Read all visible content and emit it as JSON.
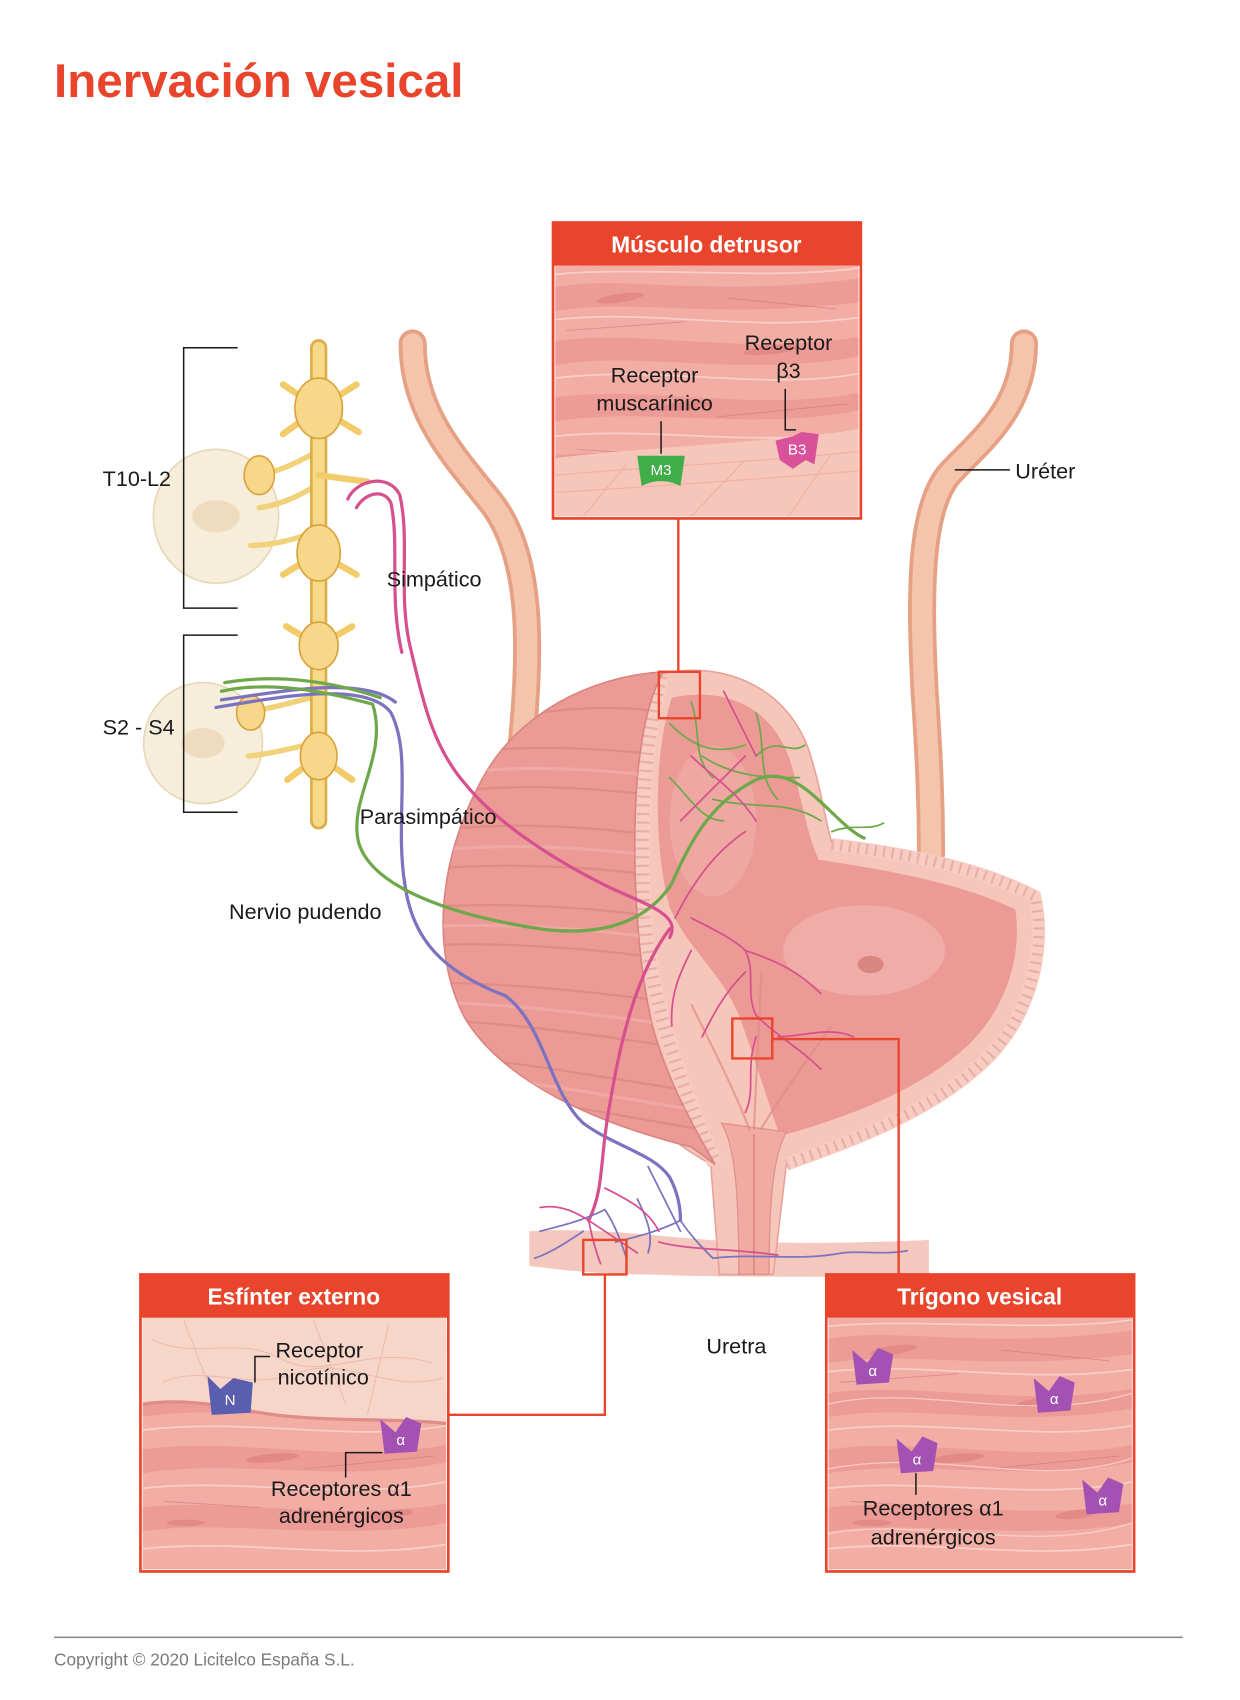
{
  "title": "Inervación vesical",
  "spine": {
    "upper_segment": "T10-L2",
    "lower_segment": "S2 - S4"
  },
  "nerves": {
    "sympathetic": "Simpático",
    "parasympathetic": "Parasimpático",
    "pudendal": "Nervio pudendo"
  },
  "anatomy": {
    "ureter": "Uréter",
    "urethra": "Uretra"
  },
  "insets": {
    "detrusor": {
      "title": "Músculo detrusor",
      "muscarinic_label": [
        "Receptor",
        "muscarínico"
      ],
      "muscarinic_receptor": "M3",
      "beta3_label": [
        "Receptor",
        "β3"
      ],
      "beta3_receptor": "B3"
    },
    "external_sphincter": {
      "title": "Esfínter externo",
      "nicotinic_label": [
        "Receptor",
        "nicotínico"
      ],
      "nicotinic_receptor": "N",
      "alpha_receptor": "α",
      "alpha1_label": [
        "Receptores α1",
        "adrenérgicos"
      ]
    },
    "trigone": {
      "title": "Trígono vesical",
      "alpha_receptor": "α",
      "alpha1_label": [
        "Receptores α1",
        "adrenérgicos"
      ]
    }
  },
  "colors": {
    "accent": "#e8452c",
    "sympathetic": "#d6508e",
    "parasympathetic": "#6fa84a",
    "pudendal": "#7b72c0",
    "m3": "#3fae49",
    "b3": "#d9509b",
    "nicotinic": "#5a5eb0",
    "alpha": "#a351b3",
    "bladder": "#ec9a95"
  },
  "copyright": "Copyright © 2020 Licitelco España S.L."
}
